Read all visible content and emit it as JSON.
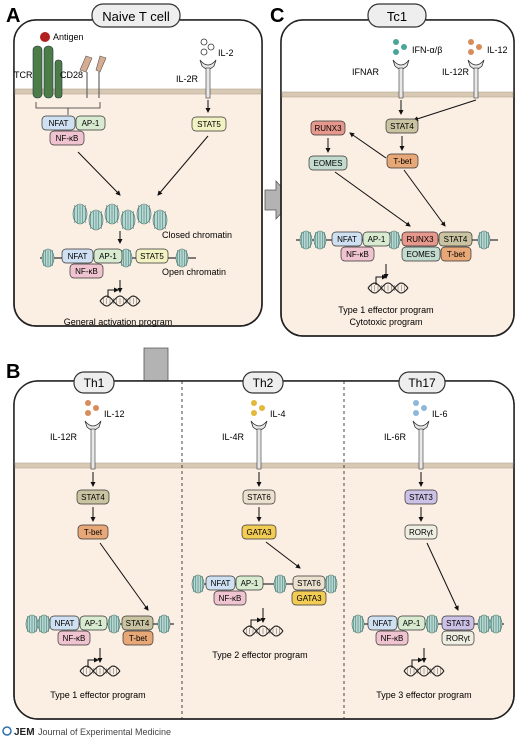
{
  "panel_letters": {
    "a": "A",
    "b": "B",
    "c": "C"
  },
  "panel_a": {
    "title": "Naive T cell",
    "antigen": "Antigen",
    "tcr": "TCR",
    "cd28": "CD28",
    "il2": "IL-2",
    "il2r": "IL-2R",
    "nfat": "NFAT",
    "ap1": "AP-1",
    "nfkb": "NF-κB",
    "stat5": "STAT5",
    "closed_chromatin": "Closed chromatin",
    "open_chromatin": "Open chromatin",
    "program": "General activation program"
  },
  "panel_c": {
    "title": "Tc1",
    "ifn": "IFN-α/β",
    "ifnar": "IFNAR",
    "il12": "IL-12",
    "il12r": "IL-12R",
    "runx3": "RUNX3",
    "stat4": "STAT4",
    "eomes": "EOMES",
    "tbet": "T-bet",
    "nfat": "NFAT",
    "ap1": "AP-1",
    "nfkb": "NF-κB",
    "program_line1": "Type 1 effector program",
    "program_line2": "Cytotoxic program"
  },
  "panel_b": {
    "th1": {
      "title": "Th1",
      "ligand": "IL-12",
      "receptor": "IL-12R",
      "stat": "STAT4",
      "tf": "T-bet",
      "nfat": "NFAT",
      "ap1": "AP-1",
      "nfkb": "NF-κB",
      "program": "Type 1 effector program"
    },
    "th2": {
      "title": "Th2",
      "ligand": "IL-4",
      "receptor": "IL-4R",
      "stat": "STAT6",
      "tf": "GATA3",
      "nfat": "NFAT",
      "ap1": "AP-1",
      "nfkb": "NF-κB",
      "program": "Type 2 effector program"
    },
    "th17": {
      "title": "Th17",
      "ligand": "IL-6",
      "receptor": "IL-6R",
      "stat": "STAT3",
      "tf": "RORγt",
      "nfat": "NFAT",
      "ap1": "AP-1",
      "nfkb": "NF-κB",
      "program": "Type 3 effector program"
    }
  },
  "footer": {
    "brand": "JEM",
    "journal": "Journal of Experimental Medicine"
  },
  "colors": {
    "cytoplasm": "#fbeee3",
    "membrane": "#d8c9b5",
    "nfat": "#cfe0f2",
    "ap1": "#d8ebd0",
    "nfkb": "#efc3cf",
    "stat5": "#f2f2c3",
    "stat4": "#c9c3a1",
    "tbet": "#e7a777",
    "runx3": "#e7988c",
    "eomes": "#c3dbcf",
    "stat6": "#ece1cf",
    "gata3": "#f2cc55",
    "stat3": "#cdc1e6",
    "rorgt": "#eeeee2",
    "nucleosome": "#b5d9d2",
    "arrow_fill": "#b3b3b3",
    "tcr": "#4d7d46",
    "cd28": "#d6ad90",
    "antigen": "#b2201f",
    "ifn": "#4aa59a",
    "il12": "#d98c5a",
    "il4": "#e4b93a",
    "il6": "#8fb7d8"
  }
}
